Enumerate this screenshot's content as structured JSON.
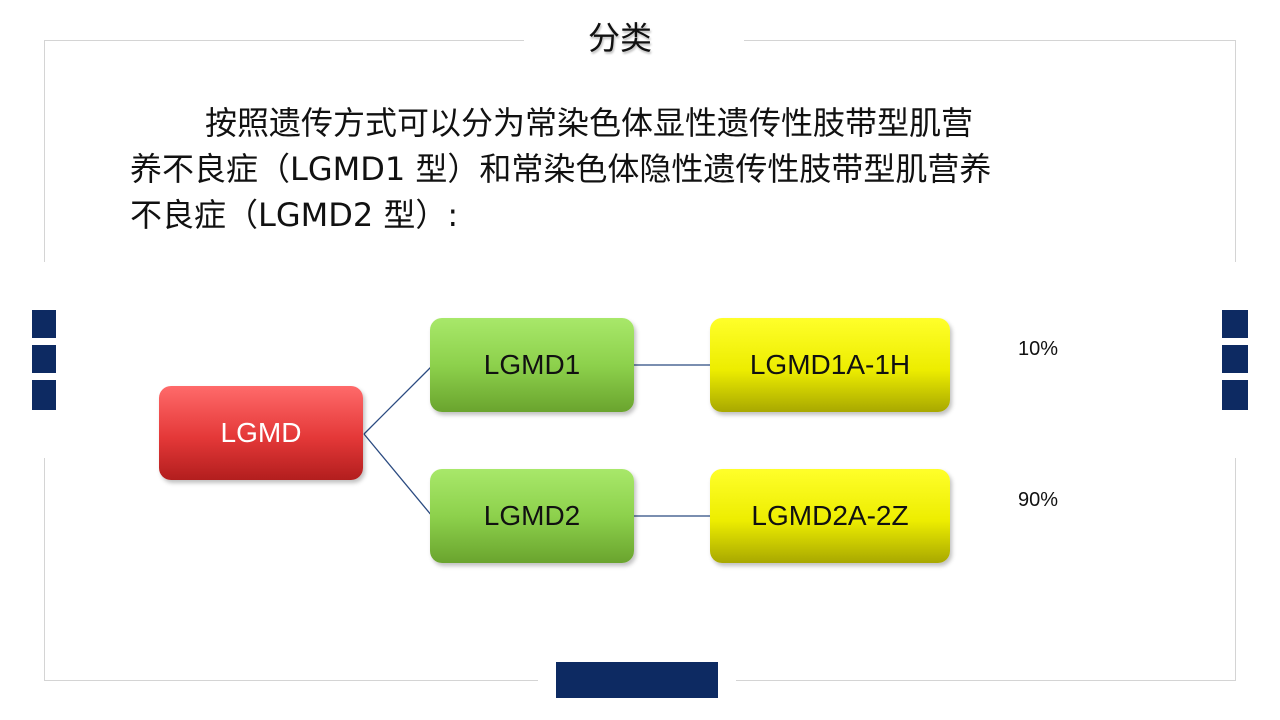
{
  "title": "分类",
  "paragraph": {
    "line1": "按照遗传方式可以分为常染色体显性遗传性肢带型肌营",
    "line2": "养不良症（LGMD1 型）和常染色体隐性遗传性肢带型肌营养",
    "line3": "不良症（LGMD2 型）:"
  },
  "diagram": {
    "root": "LGMD",
    "level1": [
      "LGMD1",
      "LGMD2"
    ],
    "level2": [
      "LGMD1A-1H",
      "LGMD2A-2Z"
    ],
    "percentages": [
      "10%",
      "90%"
    ]
  },
  "colors": {
    "accent": "#0d2a62",
    "frame": "#d4d4d4",
    "connector": "#2a4a80"
  }
}
